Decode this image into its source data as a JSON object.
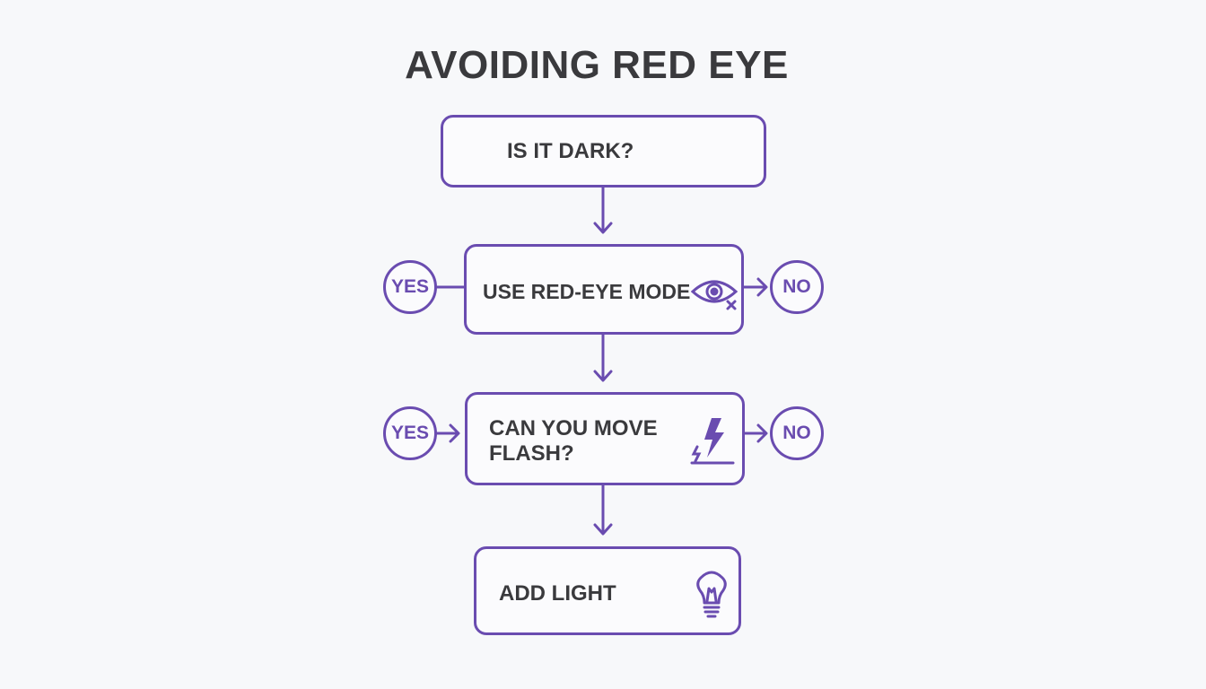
{
  "title": "AVOIDING RED EYE",
  "nodes": {
    "is_it_dark": "IS IT DARK?",
    "use_red_eye_mode": "USE RED-EYE MODE",
    "can_you_move_flash_line1": "CAN YOU MOVE",
    "can_you_move_flash_line2": "FLASH?",
    "add_light": "ADD LIGHT"
  },
  "branches": {
    "row1_yes": "YES",
    "row1_no": "NO",
    "row2_yes": "YES",
    "row2_no": "NO"
  },
  "icons": [
    "eye-off-icon",
    "lightning-flash-icon",
    "lightbulb-icon"
  ],
  "colors": {
    "accent": "#6a4cb0",
    "text": "#3a3a3d",
    "background": "#f7f8fa"
  }
}
